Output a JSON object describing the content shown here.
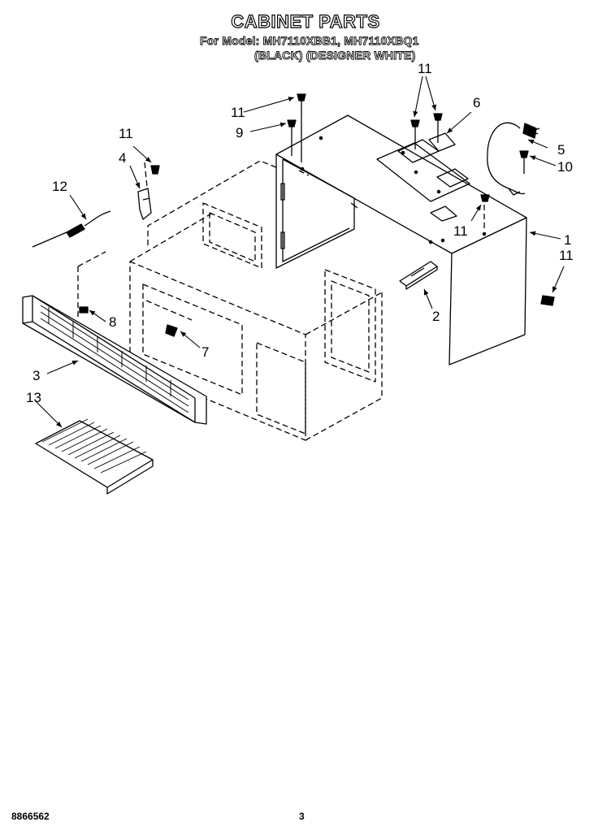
{
  "header": {
    "title": "CABINET PARTS",
    "model_line": "For Model: MH7110XBB1, MH7110XBQ1",
    "variant_line": "(BLACK) (DESIGNER WHITE)"
  },
  "callouts": [
    {
      "id": "c1",
      "label": "1"
    },
    {
      "id": "c2",
      "label": "2"
    },
    {
      "id": "c3",
      "label": "3"
    },
    {
      "id": "c4",
      "label": "4"
    },
    {
      "id": "c5",
      "label": "5"
    },
    {
      "id": "c6",
      "label": "6"
    },
    {
      "id": "c7",
      "label": "7"
    },
    {
      "id": "c8",
      "label": "8"
    },
    {
      "id": "c9",
      "label": "9"
    },
    {
      "id": "c10",
      "label": "10"
    },
    {
      "id": "c11a",
      "label": "11"
    },
    {
      "id": "c11b",
      "label": "11"
    },
    {
      "id": "c11c",
      "label": "11"
    },
    {
      "id": "c11d",
      "label": "11"
    },
    {
      "id": "c11e",
      "label": "11"
    },
    {
      "id": "c12",
      "label": "12"
    },
    {
      "id": "c13",
      "label": "13"
    }
  ],
  "footer": {
    "doc_number": "8866562",
    "page_number": "3"
  }
}
